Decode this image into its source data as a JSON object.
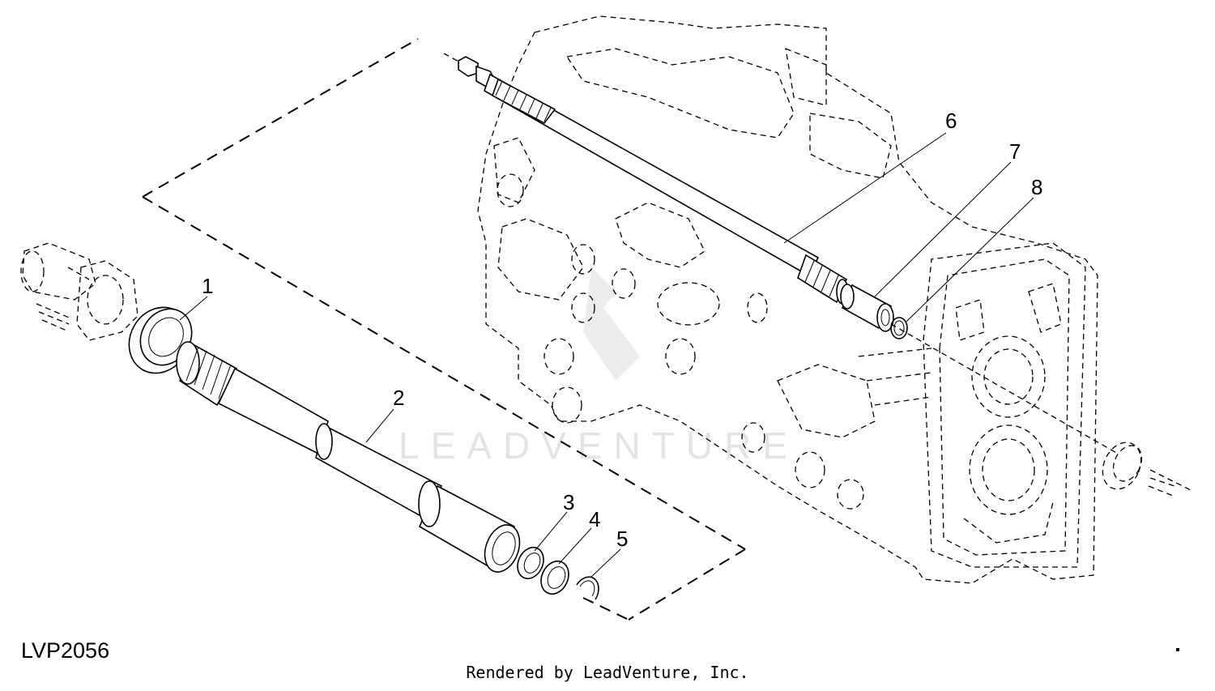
{
  "figure": {
    "id": "LVP2056",
    "credit": "Rendered by LeadVenture, Inc.",
    "watermark": "LEADVENTURE"
  },
  "callouts": [
    {
      "number": "1"
    },
    {
      "number": "2"
    },
    {
      "number": "3"
    },
    {
      "number": "4"
    },
    {
      "number": "5"
    },
    {
      "number": "6"
    },
    {
      "number": "7"
    },
    {
      "number": "8"
    }
  ]
}
